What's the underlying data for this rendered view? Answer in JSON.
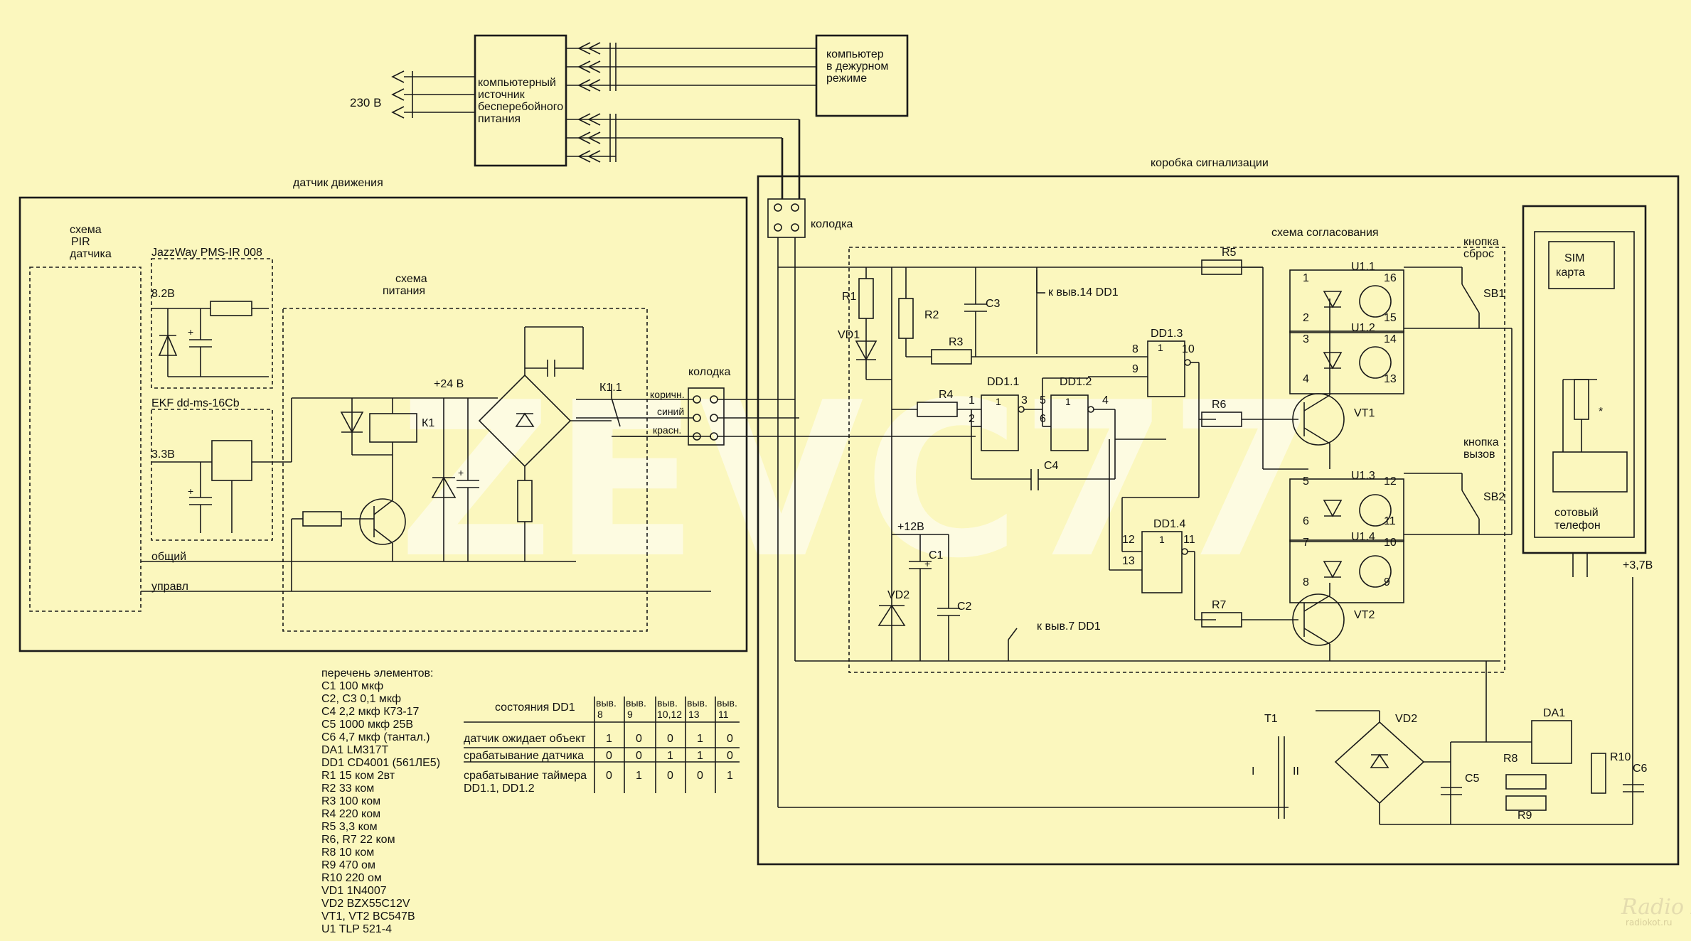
{
  "ups": {
    "lines": [
      "компьютерный",
      "источник",
      "бесперебойного",
      "питания"
    ]
  },
  "computer": {
    "lines": [
      "компьютер",
      "в дежурном",
      "режиме"
    ]
  },
  "mains_label": "230 В",
  "motion_sensor": {
    "title": "датчик движения",
    "pir_scheme": [
      "схема",
      "PIR",
      "датчика"
    ],
    "module1": "JazzWay PMS-IR 008",
    "module2": "EKF dd-ms-16Cb",
    "v82": "8.2В",
    "v33": "3.3В",
    "power_scheme": [
      "схема",
      "питания"
    ],
    "v24": "+24 В",
    "k1": "К1",
    "k11": "К1.1",
    "common": "общий",
    "control": "управл"
  },
  "connector_left": {
    "title": "колодка",
    "wires": [
      "коричн.",
      "синий",
      "красн."
    ]
  },
  "alarm_box": {
    "title": "коробка сигнализации",
    "connector": "колодка",
    "matching": "схема согласования",
    "r1": "R1",
    "vd1": "VD1",
    "r2": "R2",
    "c3": "C3",
    "r3": "R3",
    "r4": "R4",
    "r5": "R5",
    "r6": "R6",
    "r7": "R7",
    "to14": "к выв.14  DD1",
    "to7": "к выв.7  DD1",
    "dd11": "DD1.1",
    "dd12": "DD1.2",
    "dd13": "DD1.3",
    "dd14": "DD1.4",
    "one": "1",
    "c4": "C4",
    "v12": "+12В",
    "c1": "C1",
    "c2": "C2",
    "vd2z": "VD2",
    "vt1": "VT1",
    "vt2": "VT2",
    "u11": "U1.1",
    "u12": "U1.2",
    "u13": "U1.3",
    "u14": "U1.4",
    "reset_btn": [
      "кнопка",
      "сброс"
    ],
    "call_btn": [
      "кнопка",
      "вызов"
    ],
    "sb1": "SB1",
    "sb2": "SB2",
    "sim": [
      "SIM",
      "карта"
    ],
    "phone": [
      "сотовый",
      "телефон"
    ],
    "star": "*",
    "v37": "+3,7В",
    "t1": "T1",
    "vd2b": "VD2",
    "da1": "DA1",
    "c5": "C5",
    "c6": "C6",
    "r8": "R8",
    "r9": "R9",
    "r10": "R10",
    "wI": "I",
    "wII": "II"
  },
  "pins": {
    "p1": "1",
    "p2": "2",
    "p3": "3",
    "p4": "4",
    "p5": "5",
    "p6": "6",
    "p7": "7",
    "p8": "8",
    "p9": "9",
    "p10": "10",
    "p11": "11",
    "p12": "12",
    "p13": "13",
    "p14": "14",
    "p15": "15",
    "p16": "16"
  },
  "parts_list": {
    "title": "перечень элементов:",
    "items": [
      "C1  100 мкф",
      "C2, C3  0,1 мкф",
      "C4    2,2 мкф  К73-17",
      "C5    1000 мкф 25В",
      "C6    4,7 мкф (тантал.)",
      "DA1 LM317T",
      "DD1 CD4001 (561ЛЕ5)",
      "R1   15 ком   2вт",
      "R2   33 ком",
      "R3   100 ком",
      "R4    220 ком",
      "R5    3,3 ком",
      "R6, R7  22 ком",
      "R8    10 ком",
      "R9    470 ом",
      "R10    220 ом",
      "VD1 1N4007",
      "VD2   BZX55C12V",
      "VT1, VT2  BC547B",
      "U1   TLP 521-4"
    ]
  },
  "states_table": {
    "title": "состояния DD1",
    "columns": [
      "выв.\n8",
      "выв.\n9",
      "выв.\n10,12",
      "выв.\n13",
      "выв.\n11"
    ],
    "rows": [
      {
        "label": "датчик ожидает объект",
        "values": [
          "1",
          "0",
          "0",
          "1",
          "0"
        ]
      },
      {
        "label": "срабатывание датчика",
        "values": [
          "0",
          "0",
          "1",
          "1",
          "0"
        ]
      },
      {
        "label": "срабатывание таймера\nDD1.1, DD1.2",
        "values": [
          "0",
          "1",
          "0",
          "0",
          "1"
        ]
      }
    ]
  },
  "watermark": "ZEVC77",
  "logo": {
    "name": "Radio KOT",
    "site": "radiokot.ru"
  }
}
